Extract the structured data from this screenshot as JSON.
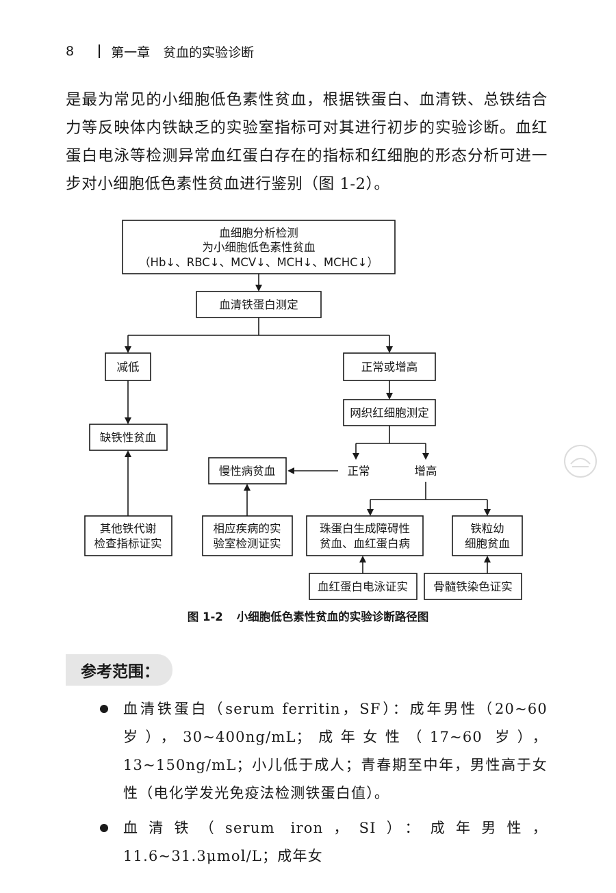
{
  "header": {
    "page_number": "8",
    "chapter": "第一章　贫血的实验诊断"
  },
  "intro": {
    "paragraph": "是最为常见的小细胞低色素性贫血，根据铁蛋白、血清铁、总铁结合力等反映体内铁缺乏的实验室指标可对其进行初步的实验诊断。血红蛋白电泳等检测异常血红蛋白存在的指标和红细胞的形态分析可进一步对小细胞低色素性贫血进行鉴别（图 1-2）。"
  },
  "flowchart": {
    "nodes": {
      "cbc_line1": "血细胞分析检测",
      "cbc_line2": "为小细胞低色素性贫血",
      "cbc_line3": "（Hb↓、RBC↓、MCV↓、MCH↓、MCHC↓）",
      "ferritin": "血清铁蛋白测定",
      "decreased": "减低",
      "normal_or_increased": "正常或增高",
      "ida": "缺铁性贫血",
      "reticulocyte": "网织红细胞测定",
      "normal": "正常",
      "increased": "增高",
      "chronic": "慢性病贫血",
      "other_iron_line1": "其他铁代谢",
      "other_iron_line2": "检查指标证实",
      "lab_confirm_line1": "相应疾病的实",
      "lab_confirm_line2": "验室检测证实",
      "thal_line1": "珠蛋白生成障碍性",
      "thal_line2": "贫血、血红蛋白病",
      "sideroblastic_line1": "铁粒幼",
      "sideroblastic_line2": "细胞贫血",
      "electrophoresis": "血红蛋白电泳证实",
      "marrow_stain": "骨髓铁染色证实"
    }
  },
  "caption": {
    "number": "图 1-2",
    "title": "小细胞低色素性贫血的实验诊断路径图"
  },
  "reference": {
    "heading": "参考范围：",
    "items": [
      "血清铁蛋白（serum ferritin，SF）：成年男性（20~60 岁），30~400ng/mL；成年女性（17~60 岁），13~150ng/mL；小儿低于成人；青春期至中年，男性高于女性（电化学发光免疫法检测铁蛋白值）。",
      "血清铁（serum iron，SI）：成年男性，11.6~31.3μmol/L；成年女"
    ]
  }
}
